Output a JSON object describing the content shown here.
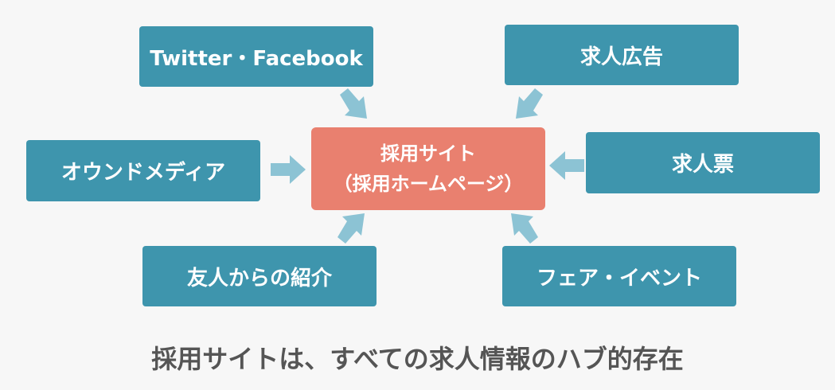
{
  "diagram": {
    "center": {
      "line1": "採用サイト",
      "line2": "（採用ホームページ）"
    },
    "sources": {
      "twitter_facebook": "Twitter・Facebook",
      "job_ad": "求人広告",
      "owned_media": "オウンドメディア",
      "job_ticket": "求人票",
      "referral": "友人からの紹介",
      "fair_event": "フェア・イベント"
    },
    "caption": "採用サイトは、すべての求人情報のハブ的存在"
  },
  "colors": {
    "source_box": "#3e95ad",
    "center_box": "#e9806f",
    "arrow": "#8cc3d4",
    "caption_text": "#555555",
    "background": "#f7f7f7"
  }
}
